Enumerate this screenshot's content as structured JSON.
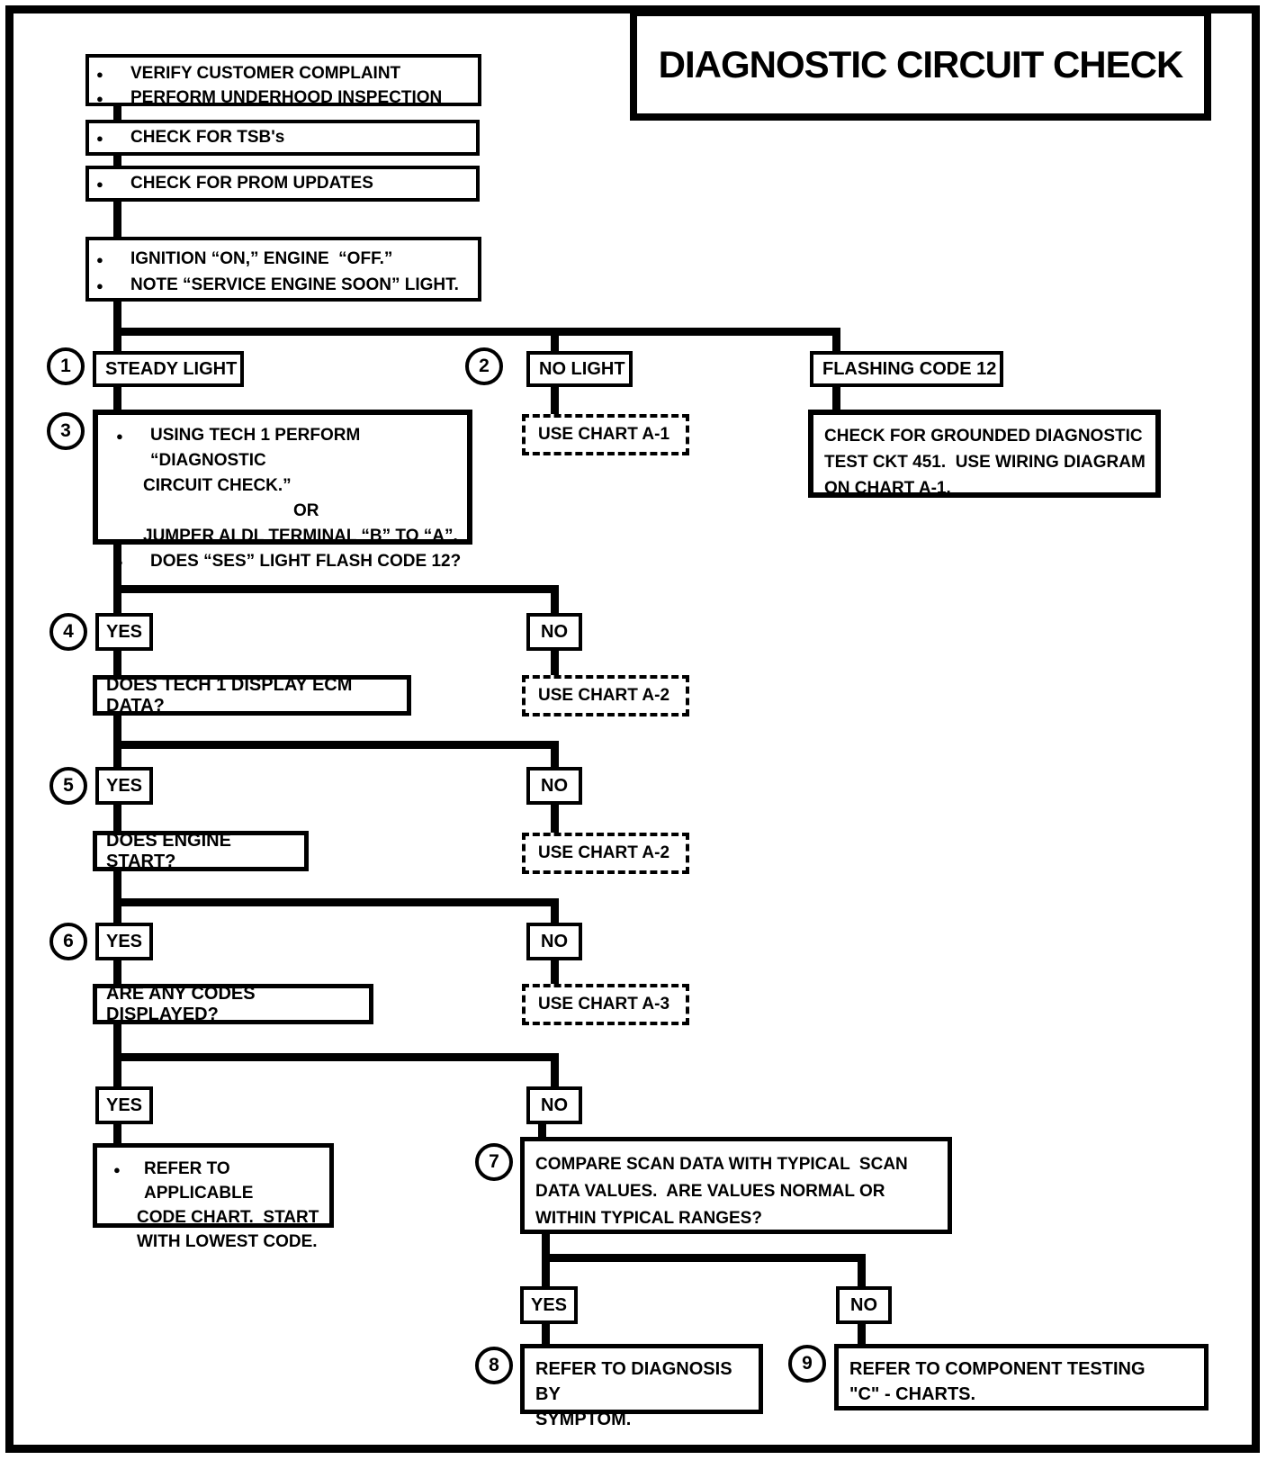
{
  "title": "DIAGNOSTIC CIRCUIT CHECK",
  "colors": {
    "ink": "#000000",
    "paper": "#ffffff"
  },
  "steps": {
    "verify": {
      "bullet1": "VERIFY CUSTOMER COMPLAINT",
      "bullet2": "PERFORM UNDERHOOD INSPECTION"
    },
    "tsb": {
      "bullet1": "CHECK FOR TSB's"
    },
    "prom": {
      "bullet1": "CHECK FOR PROM UPDATES"
    },
    "ignition": {
      "bullet1": "IGNITION “ON,” ENGINE  “OFF.”",
      "bullet2": "NOTE “SERVICE ENGINE SOON” LIGHT."
    }
  },
  "branches": {
    "steady": {
      "num": "1",
      "label": "STEADY LIGHT"
    },
    "no_light": {
      "num": "2",
      "label": "NO LIGHT"
    },
    "flashing": {
      "label": "FLASHING CODE 12"
    },
    "use_chart_a1": "USE CHART A-1",
    "grounded": {
      "line1": "CHECK FOR GROUNDED DIAGNOSTIC",
      "line2": "TEST CKT 451.  USE WIRING DIAGRAM",
      "line3": "ON CHART A-1."
    }
  },
  "step3": {
    "num": "3",
    "bullet1_line1": "USING TECH 1 PERFORM “DIAGNOSTIC",
    "bullet1_line2": "CIRCUIT CHECK.”",
    "or_label": "OR",
    "jumper_line": "JUMPER ALDL TERMINAL “B” TO “A”.",
    "bullet2": "DOES “SES” LIGHT FLASH CODE 12?"
  },
  "q4": {
    "num": "4",
    "yes": "YES",
    "no": "NO",
    "question": "DOES TECH 1 DISPLAY ECM DATA?",
    "no_chart": "USE CHART A-2"
  },
  "q5": {
    "num": "5",
    "yes": "YES",
    "no": "NO",
    "question": "DOES ENGINE START?",
    "no_chart": "USE CHART A-2"
  },
  "q6": {
    "num": "6",
    "yes": "YES",
    "no": "NO",
    "question": "ARE ANY CODES DISPLAYED?",
    "no_chart": "USE CHART A-3"
  },
  "q7": {
    "yes": "YES",
    "no": "NO",
    "yes_action": {
      "line1": "REFER TO APPLICABLE",
      "line2": "CODE CHART.  START",
      "line3": "WITH LOWEST CODE."
    },
    "compare": {
      "num": "7",
      "line1": "COMPARE SCAN DATA WITH TYPICAL  SCAN",
      "line2": "DATA VALUES.  ARE VALUES NORMAL OR",
      "line3": "WITHIN TYPICAL RANGES?"
    }
  },
  "q8": {
    "yes": "YES",
    "no": "NO",
    "symptom": {
      "num": "8",
      "line1": "REFER TO DIAGNOSIS BY",
      "line2": "SYMPTOM."
    },
    "component": {
      "num": "9",
      "line1": "REFER TO COMPONENT TESTING",
      "line2": "\"C\" - CHARTS."
    }
  }
}
